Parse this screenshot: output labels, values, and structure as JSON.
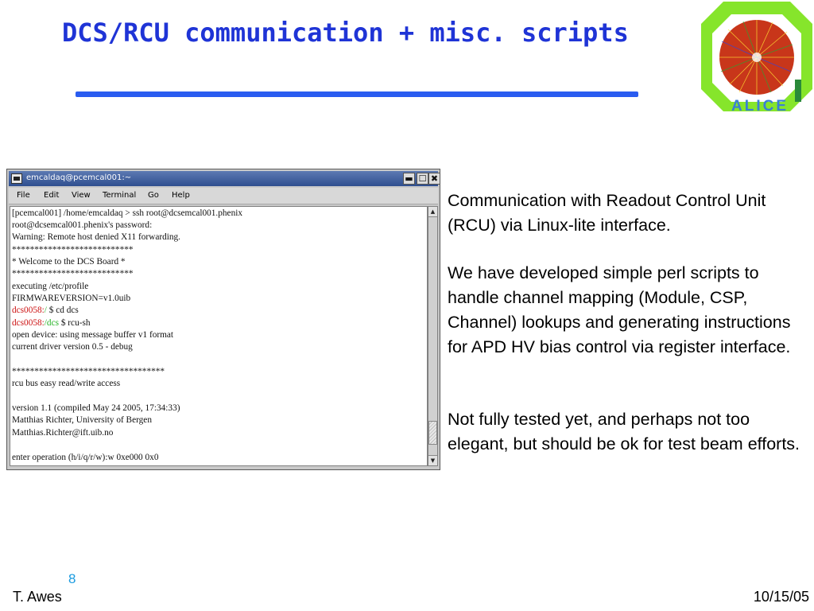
{
  "slide": {
    "title": "DCS/RCU communication + misc. scripts",
    "logo_text": "ALICE",
    "paragraphs": [
      "Communication with Readout Control Unit (RCU) via Linux-lite interface.",
      "We have developed simple perl scripts to handle channel mapping (Module, CSP, Channel) lookups and generating instructions for APD HV bias control via register interface.",
      "Not fully tested yet, and perhaps not too elegant, but should be ok for test beam efforts."
    ],
    "footer": {
      "slide_number": "8",
      "author": "T. Awes",
      "date": "10/15/05"
    }
  },
  "terminal": {
    "window_title": "emcaldaq@pcemcal001:~",
    "buttons": {
      "minimize": "▬",
      "maximize": "☐",
      "close": "✖"
    },
    "menu": [
      "File",
      "Edit",
      "View",
      "Terminal",
      "Go",
      "Help"
    ],
    "lines": [
      "[pcemcal001] /home/emcaldaq > ssh root@dcsemcal001.phenix",
      "root@dcsemcal001.phenix's password:",
      "Warning: Remote host denied X11 forwarding.",
      "***************************",
      "* Welcome to the DCS Board *",
      "***************************",
      "executing /etc/profile",
      "FIRMWAREVERSION=v1.0uib",
      "",
      "",
      "open device: using message buffer v1 format",
      "current driver version 0.5 - debug",
      "",
      "**********************************",
      "rcu bus easy read/write access",
      "",
      "version 1.1 (compiled May 24 2005, 17:34:33)",
      "Matthias Richter, University of Bergen",
      "Matthias.Richter@ift.uib.no",
      "",
      "enter operation (h/i/q/r/w):w 0xe000 0x0"
    ],
    "prompt_lines": [
      {
        "host": "dcs0058:",
        "path": "/",
        "command": " $ cd dcs"
      },
      {
        "host": "dcs0058:",
        "path": "/dcs",
        "command": " $ rcu-sh"
      }
    ],
    "colors": {
      "prompt_host": "#cc1010",
      "prompt_path": "#27b327",
      "titlebar": "#3b5a9a"
    },
    "scrollbar_position": 0.87
  },
  "theme": {
    "title_color": "#1f34d6",
    "rule_color": "#2a5cf0",
    "slide_number_color": "#1a9be0"
  }
}
